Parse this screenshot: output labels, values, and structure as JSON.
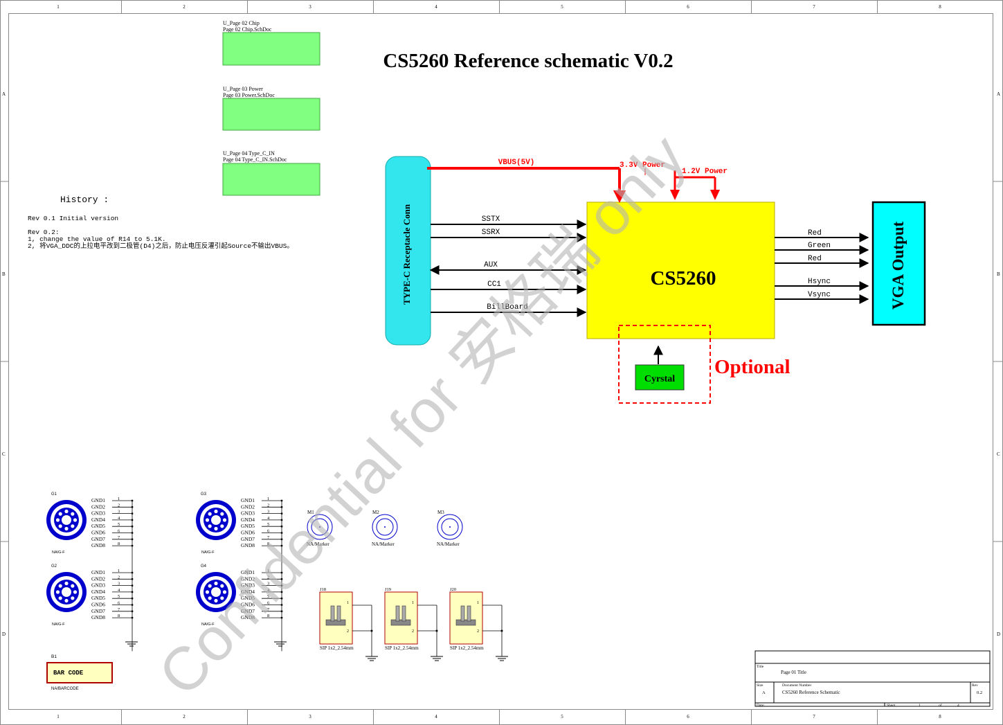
{
  "border": {
    "columns": [
      "1",
      "2",
      "3",
      "4",
      "5",
      "6",
      "7",
      "8"
    ],
    "rows": [
      "A",
      "B",
      "C",
      "D"
    ]
  },
  "sheets": [
    {
      "designator": "U_Page 02 Chip",
      "file": "Page 02 Chip.SchDoc"
    },
    {
      "designator": "U_Page 03 Power",
      "file": "Page 03 Power.SchDoc"
    },
    {
      "designator": "U_Page 04 Type_C_IN",
      "file": "Page 04 Type_C_IN.SchDoc"
    }
  ],
  "title": "CS5260 Reference schematic V0.2",
  "history": {
    "heading": "History :",
    "lines": [
      "Rev 0.1 Initial version",
      "Rev 0.2:",
      "1, change the value of R14 to 5.1K.",
      "2, 将VGA_DDC的上拉电平改到二极管(D4)之后，防止电压反灌引起Source不输出VBUS。"
    ]
  },
  "block_diagram": {
    "typec_label": "TYPE-C Receptacle Conn",
    "chip_label": "CS5260",
    "vga_label": "VGA Output",
    "crystal_label": "Cyrstal",
    "optional_label": "Optional",
    "vbus_label": "VBUS(5V)",
    "power33_label": "3.3V Power",
    "power12_label": "1.2V Power",
    "left_signals": [
      "SSTX",
      "SSRX",
      "AUX",
      "CC1",
      "BillBoard"
    ],
    "right_signals": [
      "Red",
      "Green",
      "Red",
      "Hsync",
      "Vsync"
    ],
    "colors": {
      "typec": "#33e6ee",
      "chip": "#ffff00",
      "vga": "#00ffff",
      "crystal": "#00dd00",
      "power": "#ff0000",
      "sheet_symbol": "#80ff80"
    }
  },
  "watermark": "Confidential for 安格瑞 only",
  "gnd_holes": [
    {
      "ref": "G1",
      "footprint": "NA/G-F"
    },
    {
      "ref": "G2",
      "footprint": "NA/G-F"
    },
    {
      "ref": "G3",
      "footprint": "NA/G-F"
    },
    {
      "ref": "G4",
      "footprint": "NA/G-F"
    }
  ],
  "gnd_pins": [
    "GND1",
    "GND2",
    "GND3",
    "GND4",
    "GND5",
    "GND6",
    "GND7",
    "GND8"
  ],
  "pin_numbers": [
    "1",
    "2",
    "3",
    "4",
    "5",
    "6",
    "7",
    "8"
  ],
  "markers": [
    {
      "ref": "M1",
      "label": "NA/Marker"
    },
    {
      "ref": "M2",
      "label": "NA/Marker"
    },
    {
      "ref": "M3",
      "label": "NA/Marker"
    }
  ],
  "jumpers": [
    {
      "ref": "J18",
      "label": "SIP 1x2_2.54mm"
    },
    {
      "ref": "J19",
      "label": "SIP 1x2_2.54mm"
    },
    {
      "ref": "J20",
      "label": "SIP 1x2_2.54mm"
    }
  ],
  "barcode": {
    "ref": "B1",
    "label": "BAR CODE",
    "footprint": "NA/BARCODE"
  },
  "title_block": {
    "title_caption": "Title",
    "title_value": "Page 01 Title",
    "size_caption": "Size",
    "size_value": "A",
    "docnum_caption": "Document Number",
    "docnum_value": "CS5260 Reference Schematic",
    "rev_caption": "Rev",
    "rev_value": "0.2",
    "date_caption": "Date:",
    "sheet_caption": "Sheet",
    "sheet_num": "1",
    "of_caption": "of",
    "sheet_total": "4"
  }
}
